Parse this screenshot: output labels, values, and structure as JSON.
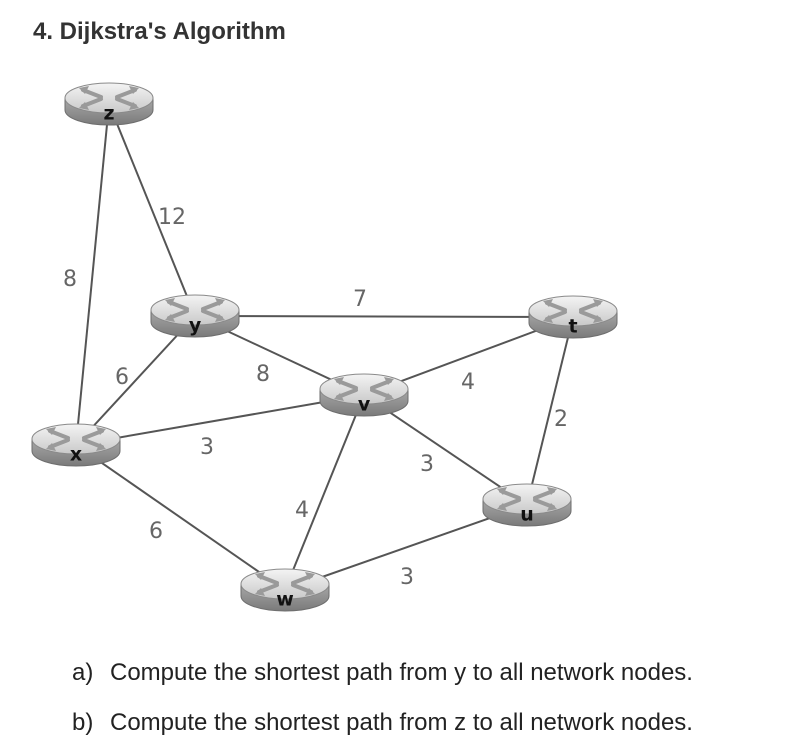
{
  "title": "4. Dijkstra's Algorithm",
  "graph": {
    "nodes": [
      {
        "id": "z",
        "label": "z"
      },
      {
        "id": "y",
        "label": "y"
      },
      {
        "id": "t",
        "label": "t"
      },
      {
        "id": "v",
        "label": "v"
      },
      {
        "id": "x",
        "label": "x"
      },
      {
        "id": "u",
        "label": "u"
      },
      {
        "id": "w",
        "label": "w"
      }
    ],
    "edges": [
      {
        "from": "z",
        "to": "y",
        "cost": "12"
      },
      {
        "from": "z",
        "to": "x",
        "cost": "8"
      },
      {
        "from": "y",
        "to": "t",
        "cost": "7"
      },
      {
        "from": "y",
        "to": "x",
        "cost": "6"
      },
      {
        "from": "y",
        "to": "v",
        "cost": "8"
      },
      {
        "from": "x",
        "to": "v",
        "cost": "3"
      },
      {
        "from": "x",
        "to": "w",
        "cost": "6"
      },
      {
        "from": "v",
        "to": "t",
        "cost": "4"
      },
      {
        "from": "v",
        "to": "w",
        "cost": "4"
      },
      {
        "from": "v",
        "to": "u",
        "cost": "3"
      },
      {
        "from": "t",
        "to": "u",
        "cost": "2"
      },
      {
        "from": "w",
        "to": "u",
        "cost": "3"
      }
    ]
  },
  "questions": [
    {
      "marker": "a)",
      "text": "Compute the shortest path from y to all network nodes."
    },
    {
      "marker": "b)",
      "text": "Compute the shortest path from z to all network nodes."
    }
  ]
}
